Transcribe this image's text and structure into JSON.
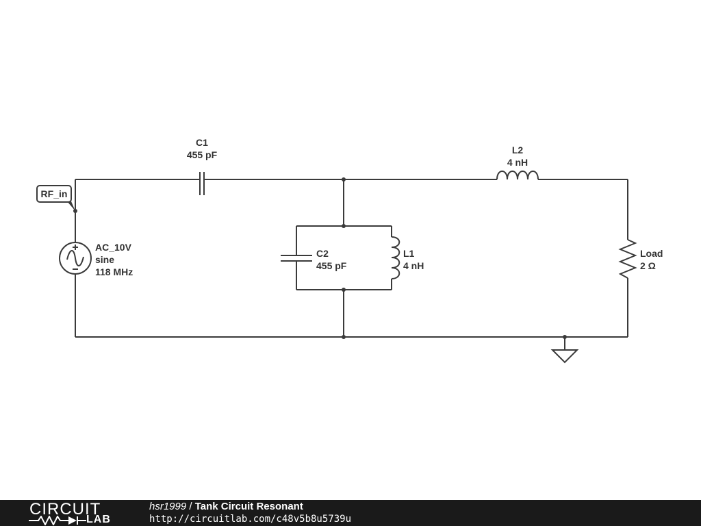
{
  "components": {
    "c1": {
      "ref": "C1",
      "value": "455 pF"
    },
    "l2": {
      "ref": "L2",
      "value": "4 nH"
    },
    "c2": {
      "ref": "C2",
      "value": "455 pF"
    },
    "l1": {
      "ref": "L1",
      "value": "4 nH"
    },
    "load": {
      "ref": "Load",
      "value": "2 Ω"
    },
    "source": {
      "ref": "AC_10V",
      "type": "sine",
      "frequency": "118 MHz"
    }
  },
  "net_label": "RF_in",
  "footer": {
    "brand_top": "CIRCUIT",
    "brand_bottom": "LAB",
    "author": "hsr1999",
    "separator": " / ",
    "title": "Tank Circuit Resonant",
    "url": "http://circuitlab.com/c48v5b8u5739u"
  },
  "colors": {
    "wire": "#3a3a3a",
    "footer_bg": "#1a1a1a",
    "text": "#333333"
  }
}
